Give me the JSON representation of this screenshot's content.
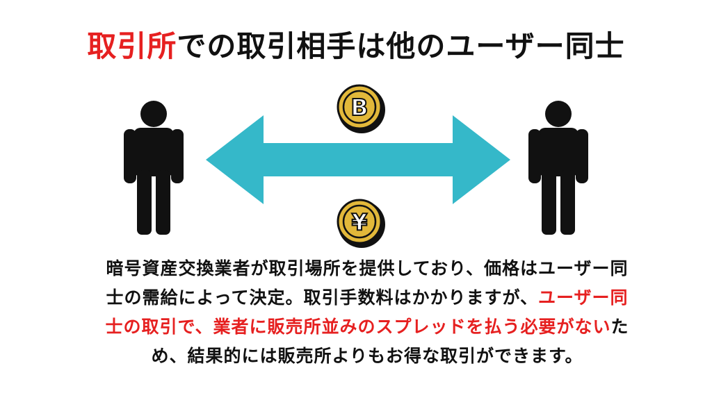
{
  "title": {
    "accent": "取引所",
    "rest": "での取引相手は他のユーザー同士"
  },
  "diagram": {
    "left_person": "person-icon",
    "right_person": "person-icon",
    "arrow": "double-arrow",
    "top_coin": "bitcoin-coin",
    "top_coin_symbol": "B",
    "bottom_coin": "yen-coin",
    "bottom_coin_symbol": "¥",
    "colors": {
      "person": "#111111",
      "arrow": "#35b8c9",
      "coin": "#e2b83a",
      "accent": "#e62020"
    }
  },
  "description": {
    "line1": "暗号資産交換業者が取引場所を提供しており、価格はユーザー同",
    "line2_a": "士の需給によって決定。取引手数料はかかりますが、",
    "line2_b": "ユーザー同",
    "line3_a": "士の取引で、業者に販売所並みのスプレッドを払う必要がない",
    "line3_b": "た",
    "line4": "め、結果的には販売所よりもお得な取引ができます。"
  }
}
